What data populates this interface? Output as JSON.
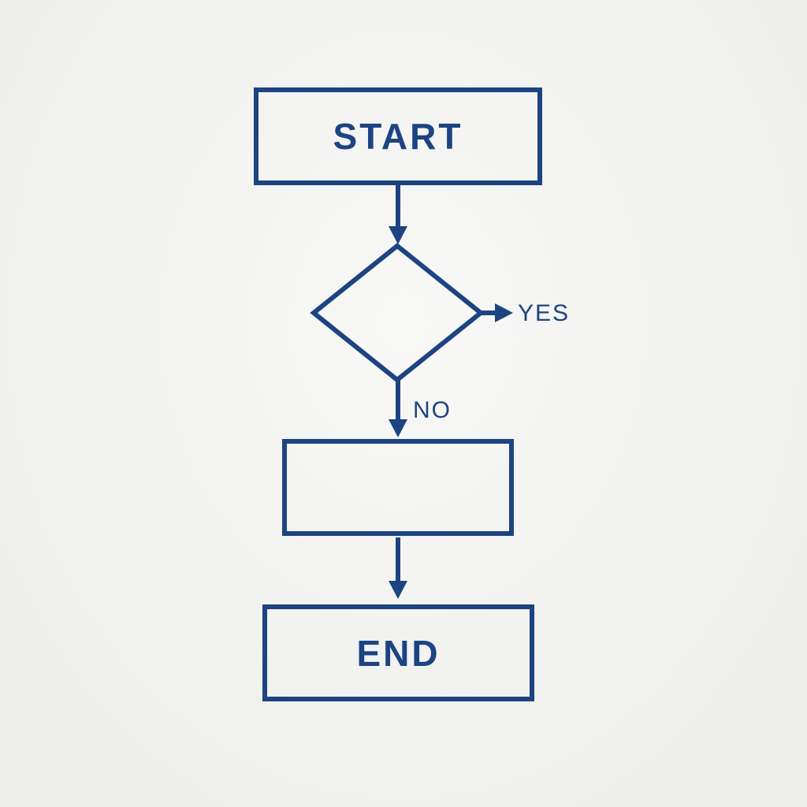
{
  "colors": {
    "bg": "#f2f2f0",
    "line": "#1c4382"
  },
  "flowchart": {
    "nodes": {
      "start": {
        "label": "START",
        "shape": "rectangle"
      },
      "decision": {
        "label": "",
        "shape": "diamond"
      },
      "process": {
        "label": "",
        "shape": "rectangle"
      },
      "end": {
        "label": "END",
        "shape": "rectangle"
      }
    },
    "edges": {
      "start_to_decision": {
        "label": ""
      },
      "decision_yes": {
        "label": "YES",
        "direction": "right"
      },
      "decision_no": {
        "label": "NO",
        "direction": "down"
      },
      "process_to_end": {
        "label": ""
      }
    }
  }
}
